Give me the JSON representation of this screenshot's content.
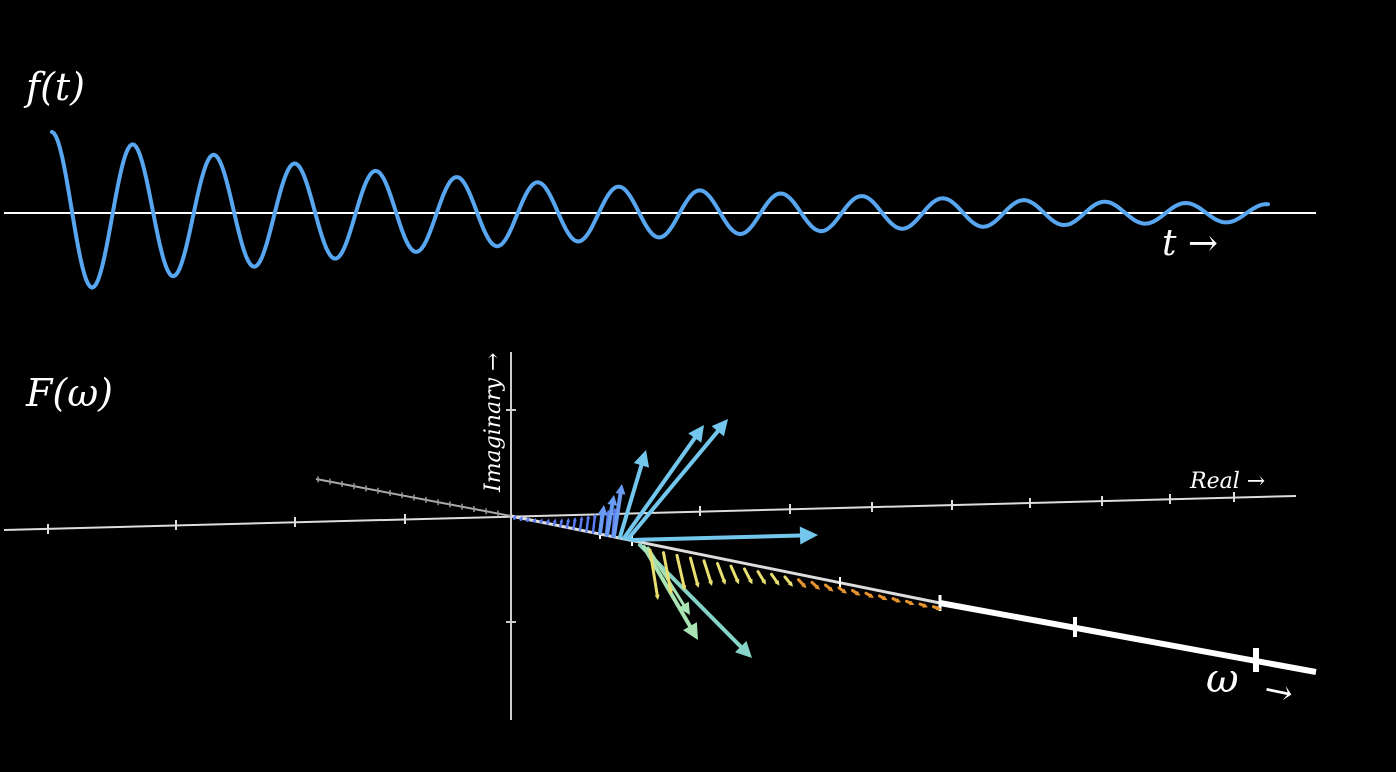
{
  "time_panel": {
    "title": "f(t)",
    "axis_label": "t →",
    "wave_color": "#58A6F0",
    "axis_color": "#FFFFFF"
  },
  "freq_panel": {
    "title": "F(ω)",
    "imag_label": "Imaginary →",
    "real_label": "Real →",
    "omega_label": "ω",
    "omega_arrow": "→",
    "colors": {
      "arrow_blue": "#5B7CF0",
      "arrow_cyan": "#74C7EC",
      "arrow_teal": "#86D4C8",
      "arrow_green": "#A9E3B4",
      "arrow_yellow": "#E9DF70",
      "arrow_orange": "#E8942E"
    }
  }
}
